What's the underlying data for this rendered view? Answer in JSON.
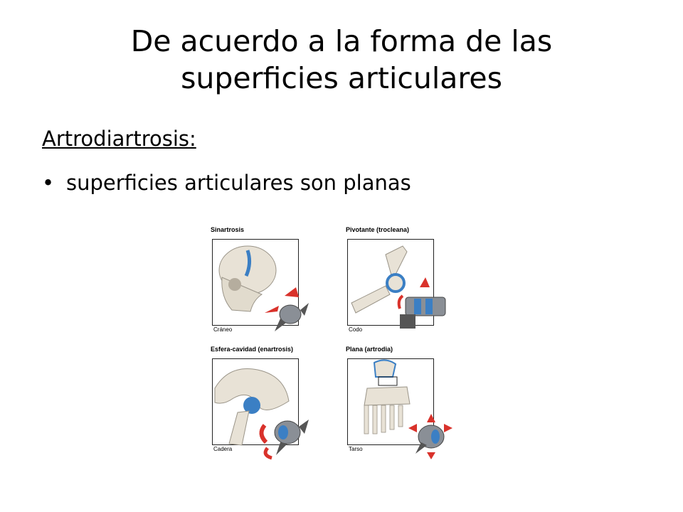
{
  "slide": {
    "title_line1": "De acuerdo a la forma de las",
    "title_line2": "superficies articulares",
    "subtitle": "Artrodiartrosis:",
    "bullet": "superficies articulares son planas"
  },
  "figure": {
    "panels": [
      {
        "title": "Sinartrosis",
        "caption": "Cráneo",
        "icon": "skull-icon"
      },
      {
        "title": "Pivotante (trocleana)",
        "caption": "Codo",
        "icon": "elbow-icon"
      },
      {
        "title": "Esfera-cavidad (enartrosis)",
        "caption": "Cadera",
        "icon": "hip-icon"
      },
      {
        "title": "Plana (artrodia)",
        "caption": "Tarso",
        "icon": "foot-icon"
      }
    ],
    "colors": {
      "bone": "#e8e2d6",
      "joint": "#3b7fc4",
      "arrow": "#d9322b",
      "metal": "#8a8f96"
    }
  }
}
